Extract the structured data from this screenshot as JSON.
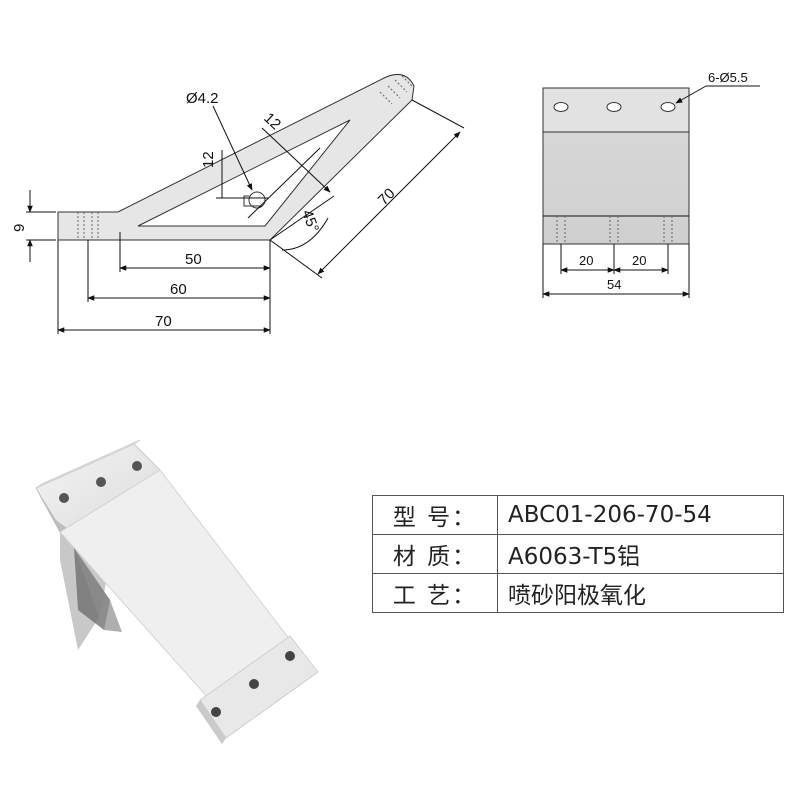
{
  "drawing": {
    "side_view": {
      "hole_diameter": "Ø4.2",
      "slot_width": "12",
      "slot_height": "12",
      "angle": "45°",
      "arm_length": "70",
      "thickness": "9",
      "inner_length": "50",
      "mid_length": "60",
      "overall_length": "70"
    },
    "front_view": {
      "holes_callout": "6-Ø5.5",
      "hole_pitch_left": "20",
      "hole_pitch_right": "20",
      "width": "54"
    }
  },
  "spec": {
    "rows": [
      {
        "label": "型 号：",
        "value": "ABC01-206-70-54"
      },
      {
        "label": "材 质：",
        "value": "A6063-T5铝"
      },
      {
        "label": "工 艺：",
        "value": "喷砂阳极氧化"
      }
    ]
  },
  "colors": {
    "part_fill": "#e3e3e3",
    "part_shade": "#cfcfcf",
    "line": "#111111",
    "table_border": "#555555"
  }
}
